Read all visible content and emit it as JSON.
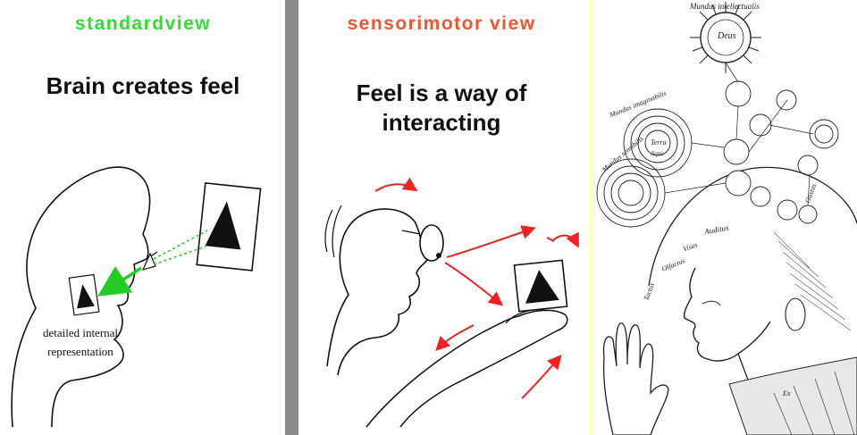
{
  "left_panel": {
    "heading": "standardview",
    "caption": "Brain creates feel",
    "annotation_line1": "detailed internal",
    "annotation_line2": "representation"
  },
  "right_panel": {
    "heading": "sensorimotor view",
    "caption_line1": "Feel is a way of",
    "caption_line2": "interacting"
  },
  "engraving": {
    "label_top": "Mundus intellectualis",
    "label_deus": "Deus",
    "label_imaginabilis": "Mundus imaginabilis",
    "label_sensibilis": "Mundus sensibilis",
    "label_terra": "Terra",
    "label_aqua": "Aqua",
    "label_auditus": "Auditus",
    "label_visus": "Visus",
    "label_olfactus": "Olfactus",
    "label_tactus": "Tactus",
    "label_gustus": "Gustus",
    "label_ex": "Ex"
  },
  "colors": {
    "page_background": "#fdfcd6",
    "heading_standard": "#33dd33",
    "heading_sensorimotor": "#ee5533",
    "arrow_green": "#22cc22",
    "arrow_red": "#ee2222",
    "divider": "#8c8c8c"
  }
}
